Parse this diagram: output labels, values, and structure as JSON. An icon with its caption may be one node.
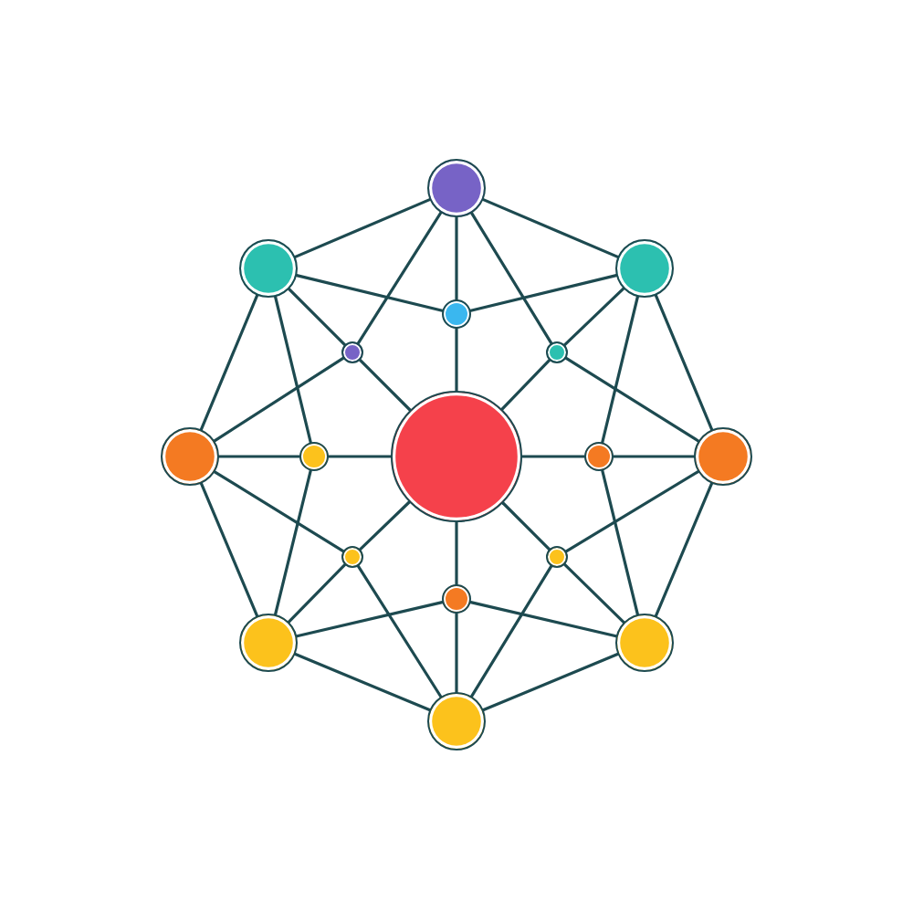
{
  "diagram": {
    "nodes": [
      {
        "text": [],
        "shape": "circle"
      },
      {
        "text": [],
        "shape": "circle"
      },
      {
        "text": [],
        "shape": "circle"
      },
      {
        "text": [],
        "shape": "circle"
      },
      {
        "text": [],
        "shape": "circle"
      },
      {
        "text": [],
        "shape": "circle"
      },
      {
        "text": [],
        "shape": "circle"
      },
      {
        "text": [],
        "shape": "circle"
      },
      {
        "text": [],
        "shape": "circle"
      },
      {
        "text": [],
        "shape": "circle"
      },
      {
        "text": [],
        "shape": "circle"
      },
      {
        "text": [],
        "shape": "circle"
      },
      {
        "text": [],
        "shape": "circle"
      },
      {
        "text": [],
        "shape": "circle"
      },
      {
        "text": [],
        "shape": "circle"
      },
      {
        "text": [],
        "shape": "circle"
      },
      {
        "text": [],
        "shape": "circle"
      }
    ],
    "edges": [
      {
        "from": 0,
        "to": 2,
        "arrow": "none"
      },
      {
        "from": 2,
        "to": 10,
        "arrow": "none"
      },
      {
        "from": 10,
        "to": 15,
        "arrow": "none"
      },
      {
        "from": 15,
        "to": 16,
        "arrow": "none"
      },
      {
        "from": 16,
        "to": 14,
        "arrow": "none"
      },
      {
        "from": 14,
        "to": 6,
        "arrow": "none"
      },
      {
        "from": 6,
        "to": 1,
        "arrow": "none"
      },
      {
        "from": 1,
        "to": 0,
        "arrow": "none"
      },
      {
        "from": 0,
        "to": 4,
        "arrow": "none"
      },
      {
        "from": 0,
        "to": 3,
        "arrow": "none"
      },
      {
        "from": 0,
        "to": 5,
        "arrow": "none"
      },
      {
        "from": 2,
        "to": 3,
        "arrow": "none"
      },
      {
        "from": 2,
        "to": 5,
        "arrow": "none"
      },
      {
        "from": 2,
        "to": 9,
        "arrow": "none"
      },
      {
        "from": 10,
        "to": 5,
        "arrow": "none"
      },
      {
        "from": 10,
        "to": 9,
        "arrow": "none"
      },
      {
        "from": 10,
        "to": 12,
        "arrow": "none"
      },
      {
        "from": 15,
        "to": 9,
        "arrow": "none"
      },
      {
        "from": 15,
        "to": 12,
        "arrow": "none"
      },
      {
        "from": 15,
        "to": 13,
        "arrow": "none"
      },
      {
        "from": 16,
        "to": 12,
        "arrow": "none"
      },
      {
        "from": 16,
        "to": 13,
        "arrow": "none"
      },
      {
        "from": 16,
        "to": 11,
        "arrow": "none"
      },
      {
        "from": 14,
        "to": 13,
        "arrow": "none"
      },
      {
        "from": 14,
        "to": 11,
        "arrow": "none"
      },
      {
        "from": 14,
        "to": 7,
        "arrow": "none"
      },
      {
        "from": 6,
        "to": 11,
        "arrow": "none"
      },
      {
        "from": 6,
        "to": 7,
        "arrow": "none"
      },
      {
        "from": 6,
        "to": 4,
        "arrow": "none"
      },
      {
        "from": 1,
        "to": 7,
        "arrow": "none"
      },
      {
        "from": 1,
        "to": 4,
        "arrow": "none"
      },
      {
        "from": 1,
        "to": 3,
        "arrow": "none"
      },
      {
        "from": 3,
        "to": 8,
        "arrow": "none"
      },
      {
        "from": 5,
        "to": 8,
        "arrow": "none"
      },
      {
        "from": 9,
        "to": 8,
        "arrow": "none"
      },
      {
        "from": 12,
        "to": 8,
        "arrow": "none"
      },
      {
        "from": 13,
        "to": 8,
        "arrow": "none"
      },
      {
        "from": 11,
        "to": 8,
        "arrow": "none"
      },
      {
        "from": 7,
        "to": 8,
        "arrow": "none"
      },
      {
        "from": 4,
        "to": 8,
        "arrow": "none"
      }
    ]
  }
}
